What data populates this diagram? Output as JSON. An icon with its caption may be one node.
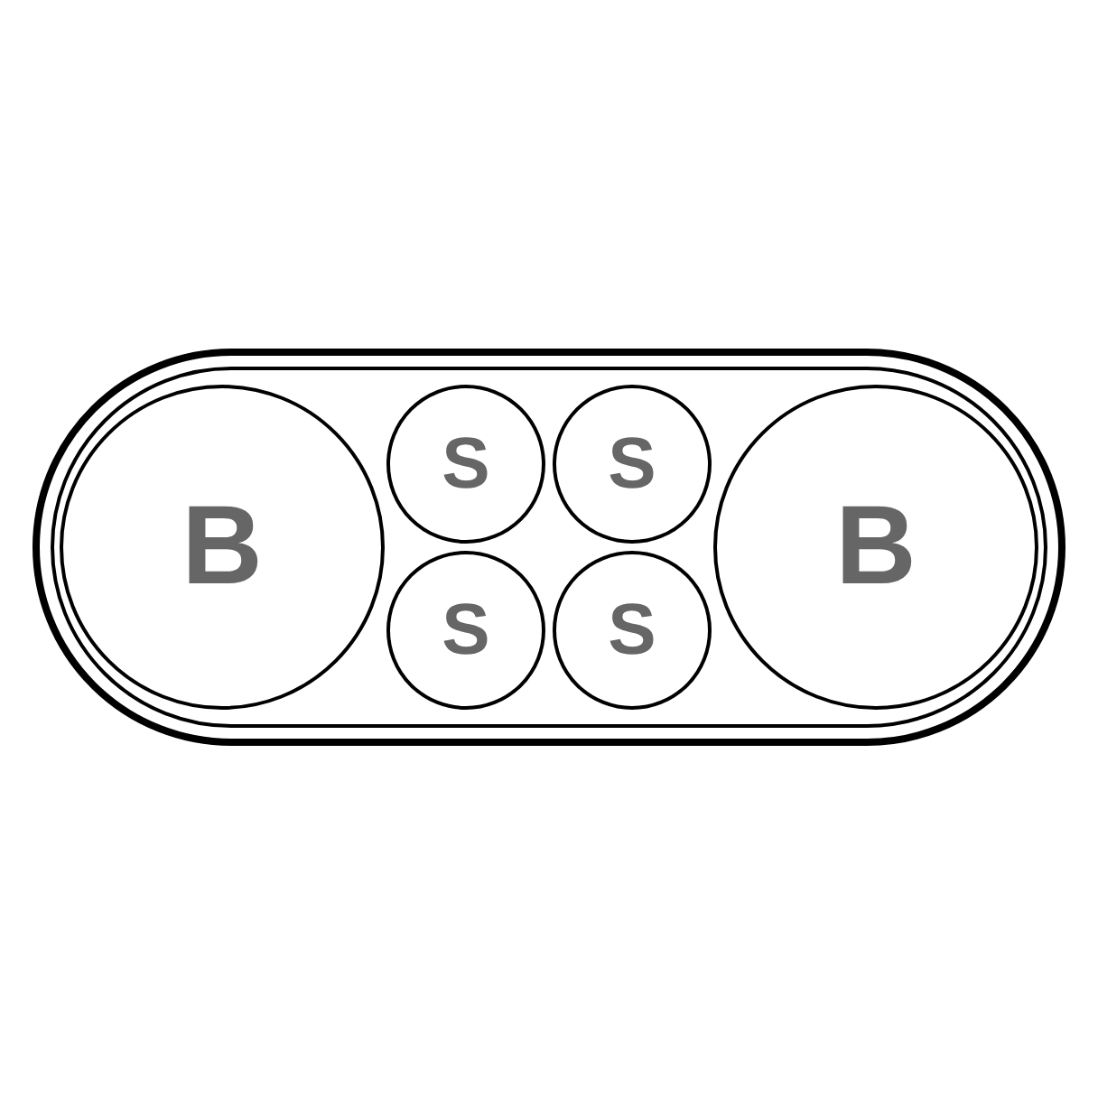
{
  "diagram": {
    "nodes": [
      {
        "text": [],
        "shape": "box"
      },
      {
        "text": [
          "B"
        ],
        "in": 0
      },
      {
        "text": [
          "S"
        ],
        "in": 0
      },
      {
        "text": [
          "S"
        ],
        "in": 0
      },
      {
        "text": [
          "S"
        ],
        "in": 0
      },
      {
        "text": [
          "S"
        ],
        "in": 0
      },
      {
        "text": [
          "B"
        ],
        "in": 0
      }
    ]
  }
}
